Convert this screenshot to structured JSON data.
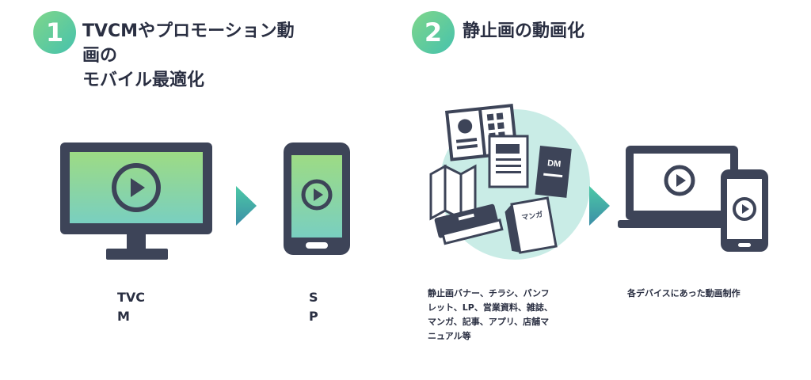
{
  "section1": {
    "number": "1",
    "heading_lines": [
      "TVCMやプロモーション動",
      "画の",
      "モバイル最適化"
    ],
    "caption_tv_lines": [
      "TVC",
      "M"
    ],
    "caption_sp_lines": [
      "S",
      "P"
    ]
  },
  "section2": {
    "number": "2",
    "heading_lines": [
      "静止画の動画化"
    ],
    "caption_left_lines": [
      "静止画バナー、チラシ、パンフ",
      "レット、LP、営業資料、雑誌、",
      "マンガ、記事、アプリ、店舗マ",
      "ニュアル等"
    ],
    "caption_right": "各デバイスにあった動画制作",
    "dm_label": "DM",
    "manga_label": "マンガ"
  },
  "colors": {
    "dark": "#3d4458",
    "screen_top": "#9ddb84",
    "screen_bottom": "#79cfc0",
    "arrow_top": "#4cc9a6",
    "arrow_bottom": "#3c8ea7",
    "circle_bg": "#c9ece6",
    "badge_top": "#7fd68a",
    "badge_bottom": "#46c2ad"
  },
  "icons": [
    "tv-icon",
    "smartphone-icon",
    "print-media-icon",
    "laptop-icon",
    "tablet-icon",
    "play-icon",
    "arrow-right-icon"
  ]
}
